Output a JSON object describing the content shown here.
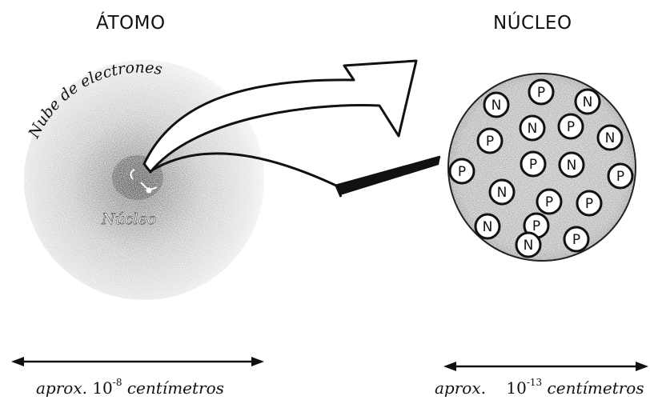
{
  "atom": {
    "title": "ÁTOMO",
    "cloud_label": "Nube de electrones",
    "nucleus_label": "Núcleo"
  },
  "nucleus": {
    "title": "NÚCLEO",
    "particles": [
      "N",
      "P",
      "N",
      "N",
      "P",
      "P",
      "N",
      "P",
      "P",
      "N",
      "P",
      "N",
      "P",
      "P",
      "N",
      "P",
      "N",
      "P"
    ]
  },
  "atom_scale": {
    "prefix": "aprox.",
    "base": "10",
    "exponent": "-8",
    "unit": "centímetros"
  },
  "nucleus_scale": {
    "prefix": "aprox.",
    "base": "10",
    "exponent": "-13",
    "unit": "centímetros"
  },
  "colors": {
    "ink": "#111111",
    "background": "#ffffff"
  }
}
